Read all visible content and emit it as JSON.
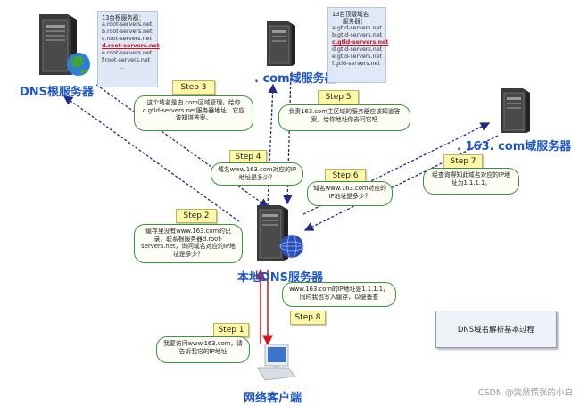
{
  "root_server": {
    "label": "DNS根服务器"
  },
  "com_server": {
    "label": ". com域服务器"
  },
  "server_163": {
    "label": ". 163. com域服务器"
  },
  "local_server": {
    "label": "本地DNS服务器"
  },
  "client": {
    "label": "网络客户端"
  },
  "root_list": {
    "title": [
      "13台根服务器：",
      "a.root-servers.net"
    ],
    "items": [
      "b.root-servers.net",
      "c.root-servers.net",
      "d.root-servers.net",
      "e.root-servers.net",
      "f.root-servers.net",
      "..."
    ]
  },
  "com_list": {
    "title": [
      "13台顶级域名",
      "服务器："
    ],
    "items": [
      "a.gtld-servers.net",
      "b.gtld-servers.net",
      "c.gtld-servers.net",
      "d.gtld-servers.net",
      "e.gtld-servers.net",
      "f.gtld-servers.net"
    ]
  },
  "steps": {
    "s1": {
      "label": "Step 1",
      "text": "我要访问www.163.com，请告诉我它的IP地址"
    },
    "s2": {
      "label": "Step 2",
      "text": "缓存里没有www.163.com的记录，联系根服务器d.root-servers.net，询问域名对应的IP地址是多少？"
    },
    "s3": {
      "label": "Step 3",
      "text": "这个域名是由.com区域管理，给你c.gtld-servers.net服务器地址，它应该知道答案。"
    },
    "s4": {
      "label": "Step 4",
      "text": "域名www.163.com对应的IP地址是多少？"
    },
    "s5": {
      "label": "Step 5",
      "text": "负责163.com主区域的服务器应该知道答案，给你地址你去问它吧"
    },
    "s6": {
      "label": "Step 6",
      "text": "域名www.163.com对应的IP地址是多少？"
    },
    "s7": {
      "label": "Step 7",
      "text": "经查询得知此域名对应的IP地址为1.1.1.1。"
    },
    "s8": {
      "label": "Step 8",
      "text": "www.163.com的IP地址是1.1.1.1，同时我也写入缓存，以便备查"
    }
  },
  "legend": {
    "text": "DNS域名解析基本过程"
  },
  "watermark": {
    "text": "CSDN @突然慌张的小白"
  },
  "colors": {
    "label_blue": "#1e56c8",
    "arrow_blue": "#1f2b8f",
    "arrow_red": "#d0141b",
    "bubble_border": "#37963c",
    "step_yellow": "#fff9a6",
    "list_bg": "#dfe8f6"
  }
}
